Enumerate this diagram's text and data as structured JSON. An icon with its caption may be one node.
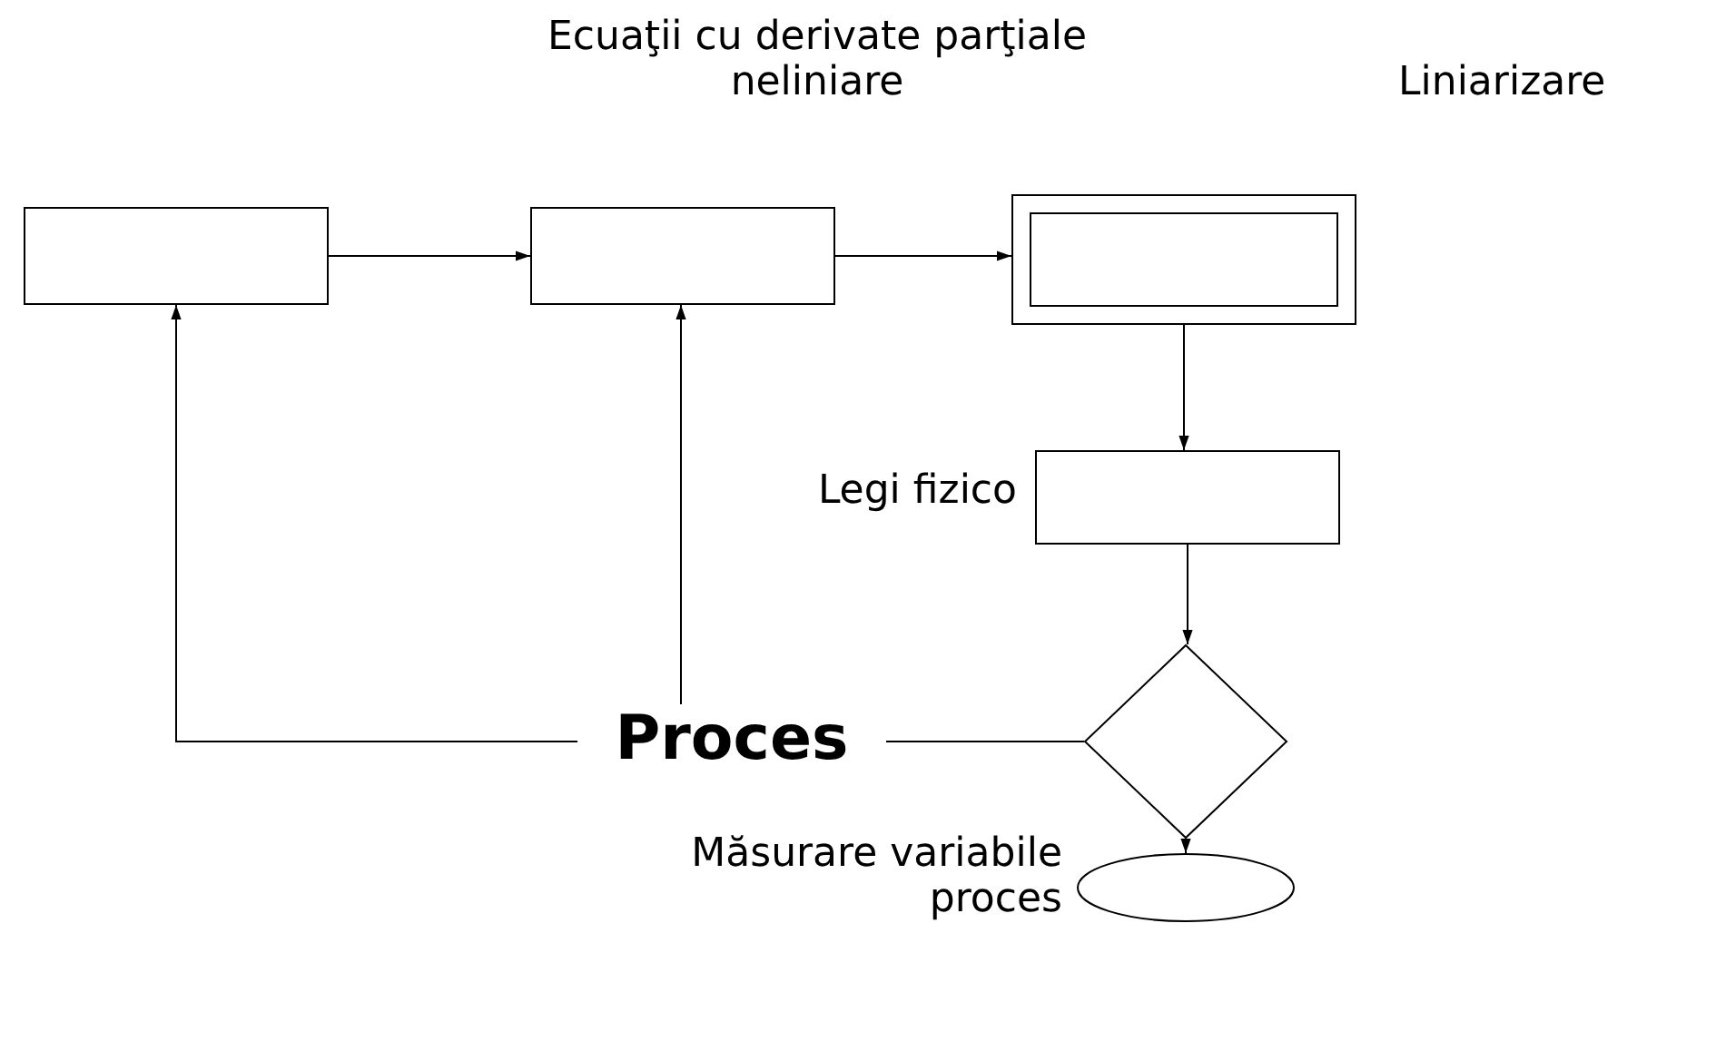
{
  "diagram": {
    "nodes": [
      {
        "text": [],
        "shape": "box"
      },
      {
        "text": [],
        "shape": "box"
      },
      {
        "text": [],
        "shape": "box"
      },
      {
        "text": [],
        "shape": "box"
      },
      {
        "text": [],
        "shape": "diamond"
      },
      {
        "text": [],
        "shape": "ellipse"
      }
    ],
    "edges": [
      {
        "from": 0,
        "to": 1,
        "arrow": "to"
      },
      {
        "from": 1,
        "to": 2,
        "arrow": "to"
      },
      {
        "from": 2,
        "to": 3,
        "arrow": "to"
      },
      {
        "from": 3,
        "to": 4,
        "arrow": "to"
      },
      {
        "from": 4,
        "to": 5,
        "arrow": "to"
      },
      {
        "from": 4,
        "to": 0,
        "arrow": "to"
      },
      {
        "from": 4,
        "to": 1,
        "arrow": "to"
      }
    ],
    "labels": [
      "Ecuaţii cu derivate parţiale neliniare",
      "Liniarizare",
      "Legi fizico",
      "Proces",
      "Măsurare variabile proces"
    ]
  }
}
